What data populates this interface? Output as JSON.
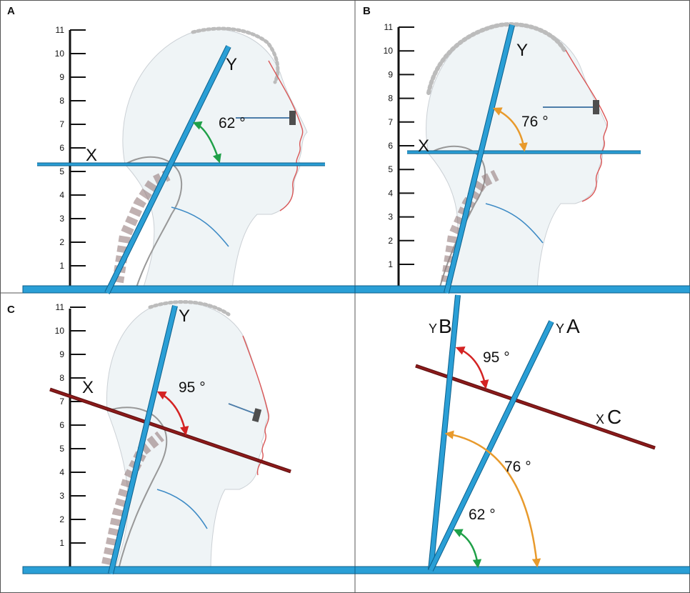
{
  "panels": {
    "a": {
      "label": "A",
      "x_line": "X",
      "y_line": "Y",
      "angle": "62 °"
    },
    "b": {
      "label": "B",
      "x_line": "X",
      "y_line": "Y",
      "angle": "76 °"
    },
    "c": {
      "label": "C",
      "x_line": "X",
      "y_line": "Y",
      "angle": "95 °"
    },
    "summary": {
      "line_yb_sub": "Y",
      "line_yb_main": "B",
      "line_ya_sub": "Y",
      "line_ya_main": "A",
      "line_xc_sub": "X",
      "line_xc_main": "C",
      "angle_95": "95 °",
      "angle_76": "76 °",
      "angle_62": "62 °"
    }
  },
  "ruler_ticks": [
    "1",
    "2",
    "3",
    "4",
    "5",
    "6",
    "7",
    "8",
    "9",
    "10",
    "11"
  ],
  "colors": {
    "blue_line": "#2a9fd6",
    "blue_edge": "#0d5f8a",
    "dark_red_line": "#8b1a1a",
    "green_arrow": "#1fa048",
    "orange_arrow": "#e89a2c",
    "red_arrow": "#d42323",
    "frame": "#555555"
  }
}
